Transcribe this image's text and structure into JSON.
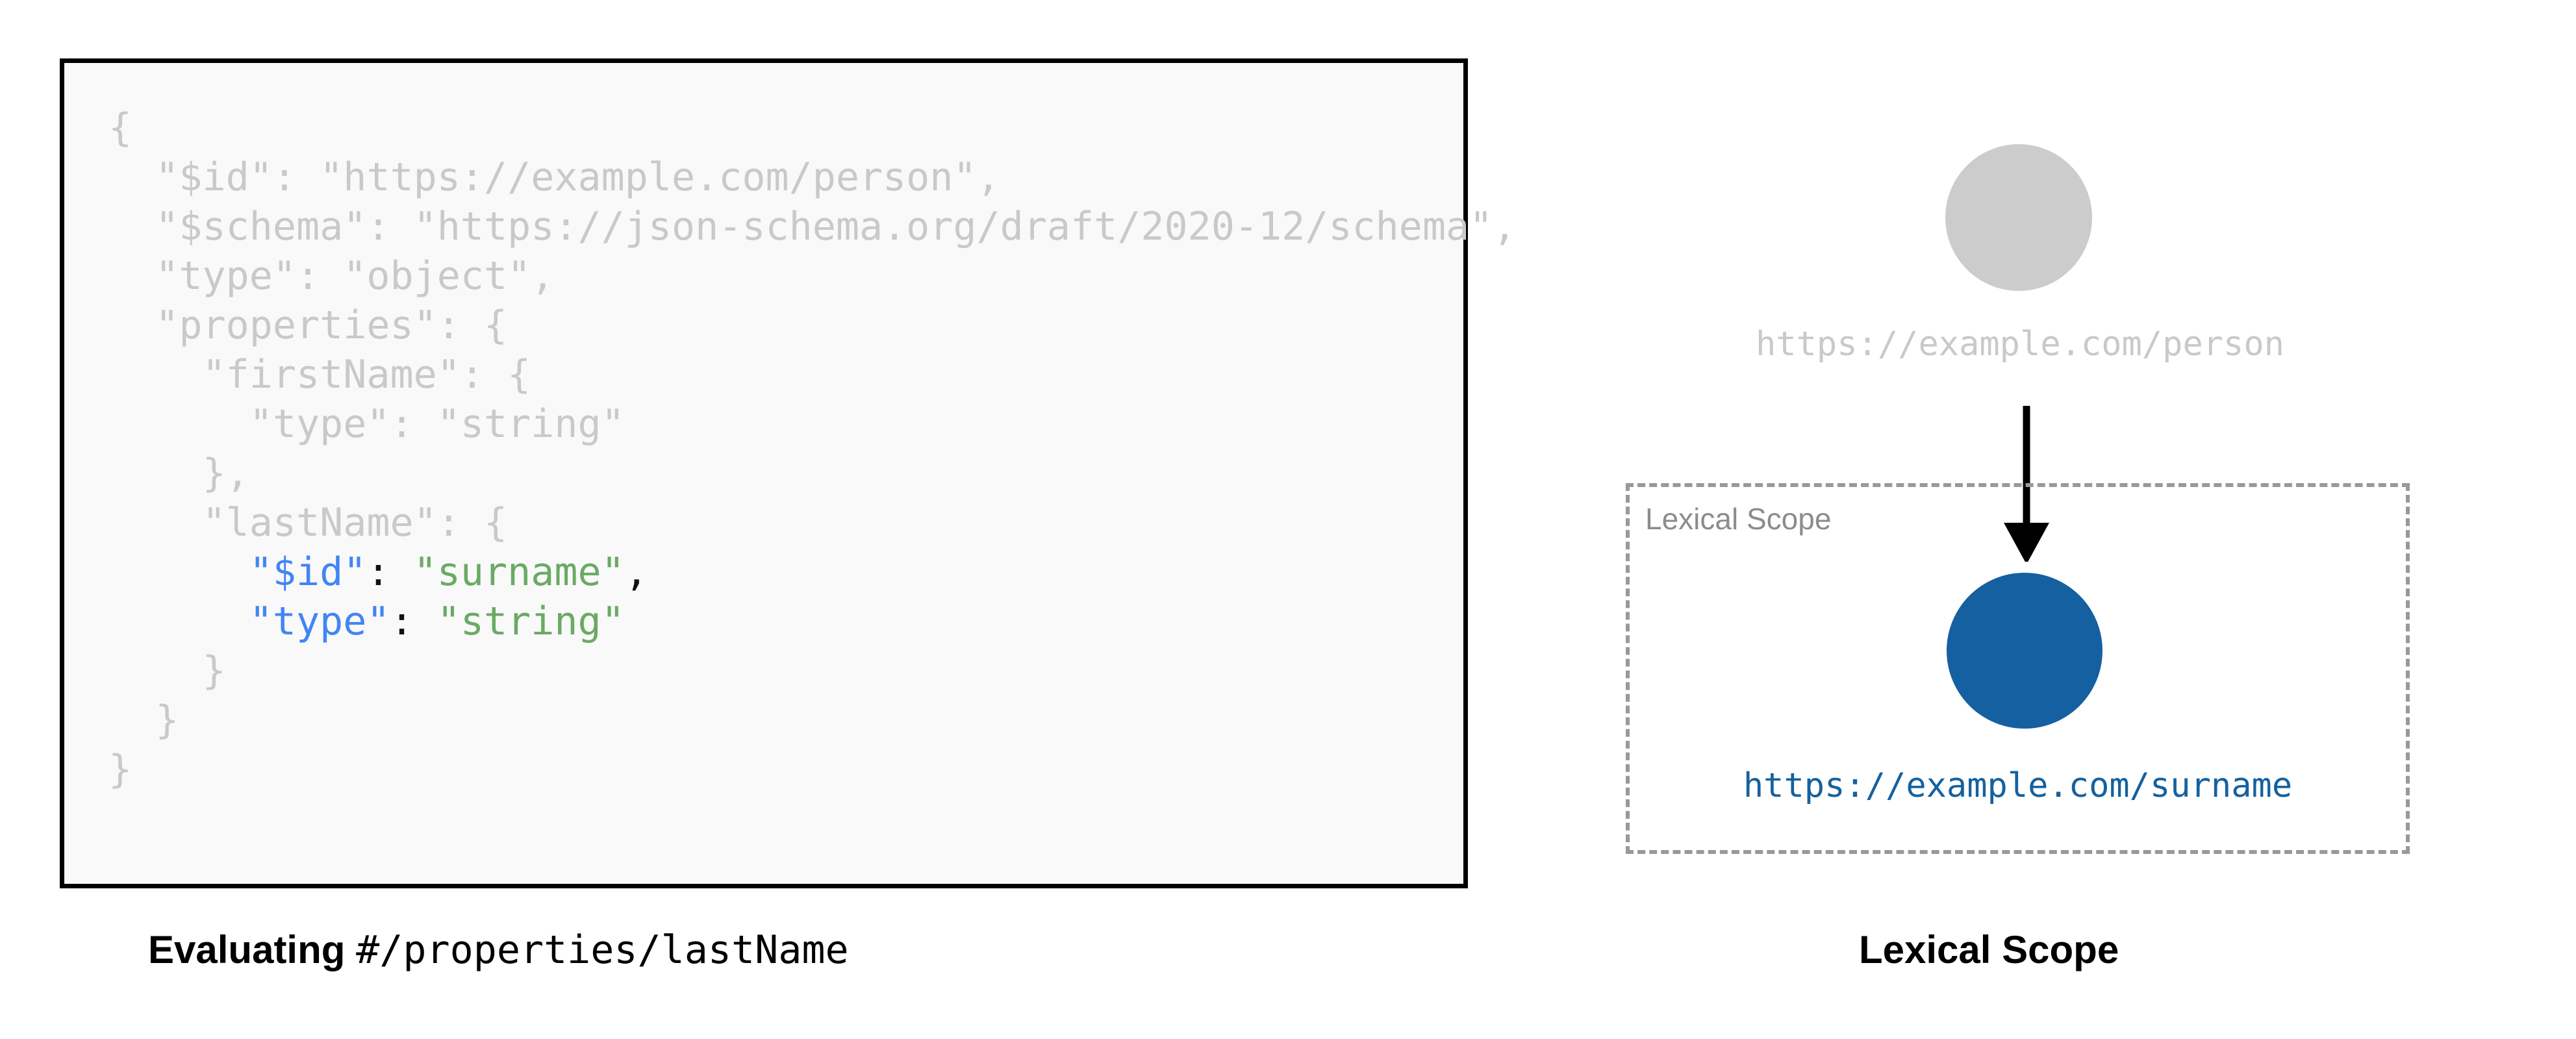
{
  "code_panel": {
    "language": "json",
    "lines": [
      [
        {
          "t": "{",
          "c": "dim"
        }
      ],
      [
        {
          "t": "  \"$id\": \"https://example.com/person\",",
          "c": "dim"
        }
      ],
      [
        {
          "t": "  \"$schema\": \"https://json-schema.org/draft/2020-12/schema\",",
          "c": "dim"
        }
      ],
      [
        {
          "t": "  \"type\": \"object\",",
          "c": "dim"
        }
      ],
      [
        {
          "t": "  \"properties\": {",
          "c": "dim"
        }
      ],
      [
        {
          "t": "    \"firstName\": {",
          "c": "dim"
        }
      ],
      [
        {
          "t": "      \"type\": \"string\"",
          "c": "dim"
        }
      ],
      [
        {
          "t": "    },",
          "c": "dim"
        }
      ],
      [
        {
          "t": "    \"lastName\": {",
          "c": "dim"
        }
      ],
      [
        {
          "t": "      ",
          "c": "dim"
        },
        {
          "t": "\"$id\"",
          "c": "key"
        },
        {
          "t": ":",
          "c": "pun"
        },
        {
          "t": " ",
          "c": "dim"
        },
        {
          "t": "\"surname\"",
          "c": "str"
        },
        {
          "t": ",",
          "c": "pun"
        }
      ],
      [
        {
          "t": "      ",
          "c": "dim"
        },
        {
          "t": "\"type\"",
          "c": "key"
        },
        {
          "t": ":",
          "c": "pun"
        },
        {
          "t": " ",
          "c": "dim"
        },
        {
          "t": "\"string\"",
          "c": "str"
        }
      ],
      [
        {
          "t": "    }",
          "c": "dim"
        }
      ],
      [
        {
          "t": "  }",
          "c": "dim"
        }
      ],
      [
        {
          "t": "}",
          "c": "dim"
        }
      ]
    ]
  },
  "captions": {
    "left_strong": "Evaluating",
    "left_mono": "#/properties/lastName",
    "right": "Lexical Scope"
  },
  "diagram": {
    "person_node": {
      "label": "https://example.com/person",
      "color": "#cccccc"
    },
    "arrow": {
      "name": "downward-arrow",
      "color": "#000000"
    },
    "scope_box": {
      "label": "Lexical Scope",
      "border_color": "#999999",
      "border_style": "dashed"
    },
    "surname_node": {
      "label": "https://example.com/surname",
      "color": "#1560a0",
      "label_color": "#15619f"
    }
  },
  "colors": {
    "code_dim": "#c9c9c9",
    "code_key": "#4285f4",
    "code_string": "#6aaa64",
    "code_punct": "#111111",
    "code_bg": "#f9f9f9",
    "code_border": "#000000",
    "node_inactive": "#cccccc",
    "node_active": "#1560a0",
    "scope_border": "#999999",
    "scope_label": "#8c8c8c"
  }
}
